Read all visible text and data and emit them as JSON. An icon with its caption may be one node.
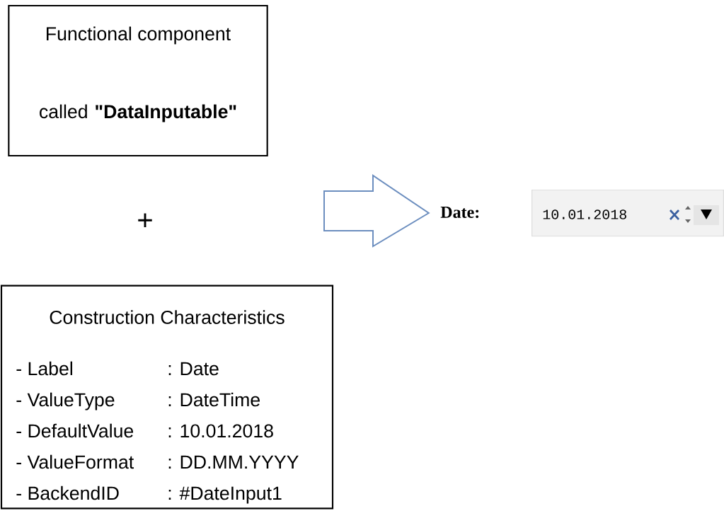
{
  "diagram": {
    "nodes": [
      {
        "text": [
          "Functional component",
          "called **\"DataInputable\"**"
        ]
      },
      {
        "text": [
          "Construction Characteristics",
          "- Label",
          ": Date",
          "- ValueType",
          ": DateTime",
          "- DefaultValue",
          ": 10.01.2018",
          "- ValueFormat",
          ": DD.MM.YYYY",
          "- BackendID",
          ": #DateInput1"
        ]
      },
      {
        "text": [
          "Date:",
          "10.01.2018"
        ]
      }
    ],
    "edges": [
      {
        "from": null,
        "to": 2,
        "arrow": "to",
        "color": "#6c8ebf"
      }
    ],
    "labels": [
      "+"
    ]
  }
}
